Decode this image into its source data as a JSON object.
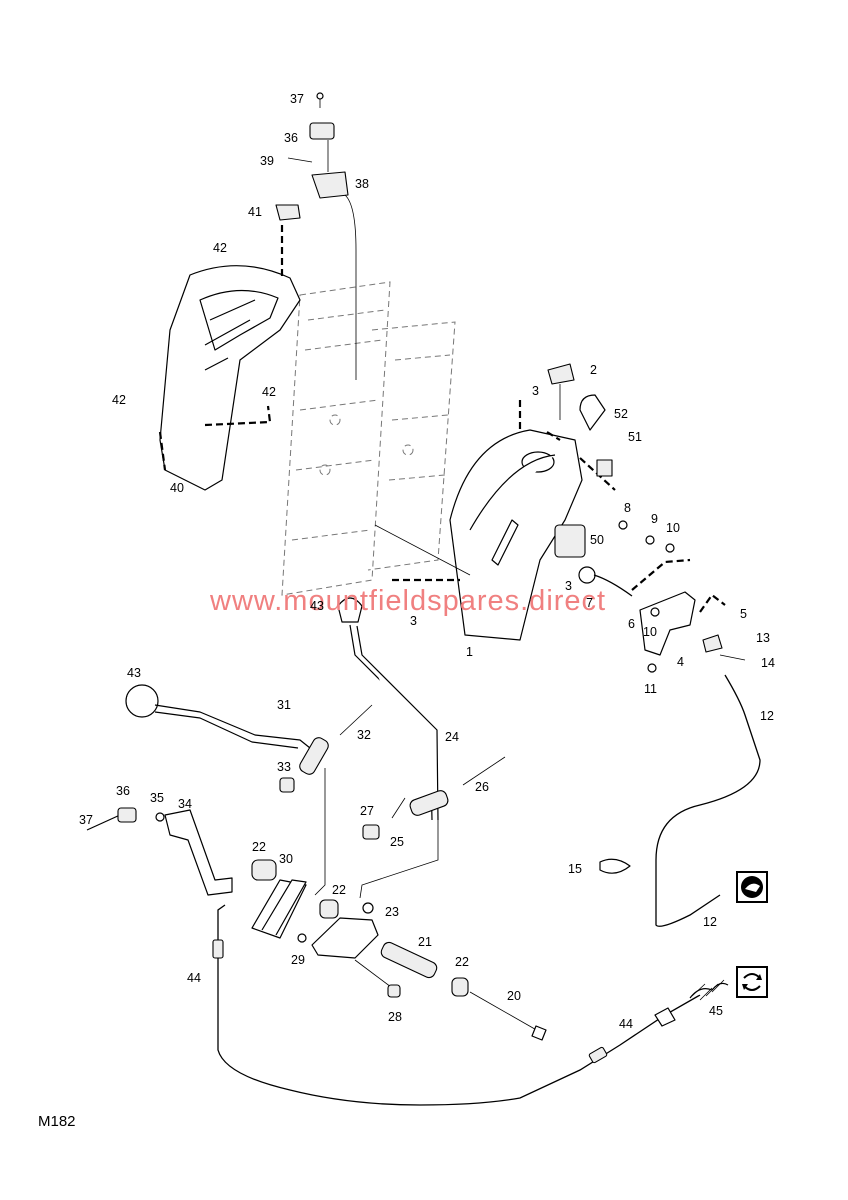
{
  "diagram_code": "M182",
  "watermark": "www.mountfieldspares.direct",
  "labels": [
    "1",
    "2",
    "3",
    "3",
    "3",
    "4",
    "5",
    "6",
    "7",
    "8",
    "9",
    "10",
    "10",
    "11",
    "12",
    "12",
    "13",
    "14",
    "15",
    "20",
    "21",
    "22",
    "22",
    "22",
    "23",
    "24",
    "25",
    "26",
    "27",
    "28",
    "29",
    "30",
    "31",
    "32",
    "33",
    "34",
    "35",
    "36",
    "36",
    "37",
    "37",
    "38",
    "39",
    "40",
    "41",
    "42",
    "42",
    "42",
    "43",
    "43",
    "44",
    "44",
    "45",
    "50",
    "51",
    "52"
  ],
  "icons": [
    "tortoise-hare-speed-icon",
    "rotation-arrows-icon"
  ]
}
